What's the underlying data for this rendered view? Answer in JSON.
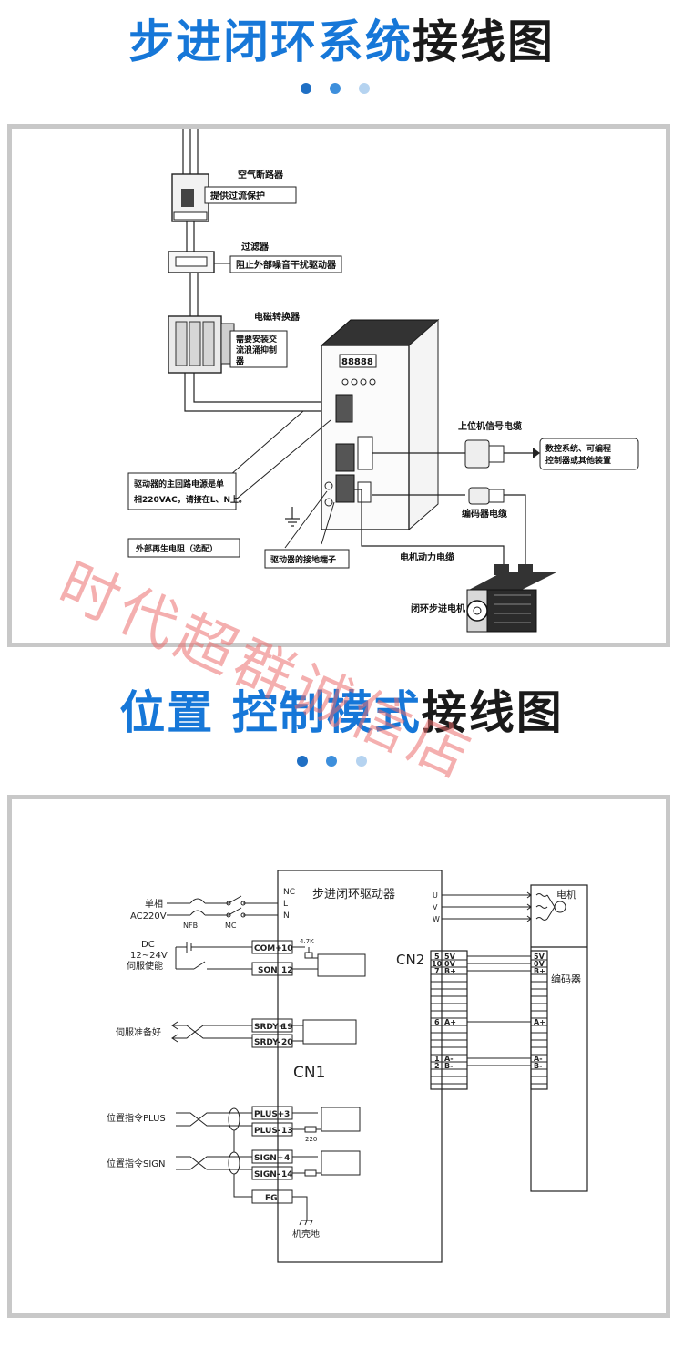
{
  "section1": {
    "title_blue": "步进闭环系统",
    "title_black": "接线图",
    "labels": {
      "breaker": "空气断路器",
      "breaker_note": "提供过流保护",
      "filter": "过滤器",
      "filter_note": "阻止外部噪音干扰驱动器",
      "contactor": "电磁转换器",
      "contactor_note_1": "需要安装交",
      "contactor_note_2": "流浪涌抑制",
      "contactor_note_3": "器",
      "signal_cable": "上位机信号电缆",
      "controller_1": "数控系统、可编程",
      "controller_2": "控制器或其他装置",
      "encoder_cable": "编码器电缆",
      "main_power_1": "驱动器的主回路电源是单",
      "main_power_2": "相220VAC，请接在L、N上。",
      "regen": "外部再生电阻（选配）",
      "ground": "驱动器的接地端子",
      "motor_cable": "电机动力电缆",
      "motor": "闭环步进电机",
      "display": "88888"
    }
  },
  "section2": {
    "title_blue": "位置 控制模式",
    "title_black": "接线图",
    "labels": {
      "driver": "步进闭环驱动器",
      "cn1": "CN1",
      "cn2": "CN2",
      "nc": "NC",
      "l": "L",
      "n": "N",
      "single_phase_1": "单相",
      "single_phase_2": "AC220V",
      "nfb": "NFB",
      "mc": "MC",
      "dc": "DC",
      "dc_range": "12~24V",
      "servo_enable": "伺服使能",
      "com": "COM+",
      "com_pin": "10",
      "r47k": "4.7K",
      "son": "SON",
      "son_pin": "12",
      "servo_ready": "伺服准备好",
      "srdy_p": "SRDY+",
      "srdy_p_pin": "19",
      "srdy_n": "SRDY-",
      "srdy_n_pin": "20",
      "plus_cmd": "位置指令PLUS",
      "plus_p": "PLUS+",
      "plus_p_pin": "3",
      "plus_n": "PLUS-",
      "plus_n_pin": "13",
      "r220": "220",
      "sign_cmd": "位置指令SIGN",
      "sign_p": "SIGN+",
      "sign_p_pin": "4",
      "sign_n": "SIGN-",
      "sign_n_pin": "14",
      "fg": "FG",
      "chassis": "机壳地",
      "u": "U",
      "v": "V",
      "w": "W",
      "motor": "电机",
      "encoder": "编码器",
      "p5": "5",
      "s5v": "5V",
      "p10": "10",
      "s0v": "0V",
      "p7": "7",
      "sbp": "B+",
      "p6": "6",
      "sap": "A+",
      "p1": "1",
      "san": "A-",
      "p2": "2",
      "sbn": "B-",
      "e5v": "5V",
      "e0v": "0V",
      "ebp": "B+",
      "eap": "A+",
      "ean": "A-",
      "ebn": "B-"
    }
  },
  "watermark": "时代超群诚信店",
  "colors": {
    "accent_blue": "#1677d8",
    "dot_dark": "#1f6fc4",
    "dot_mid": "#3d8fdc",
    "dot_light": "#b5d3f0",
    "panel_border": "#c8c8c8"
  }
}
